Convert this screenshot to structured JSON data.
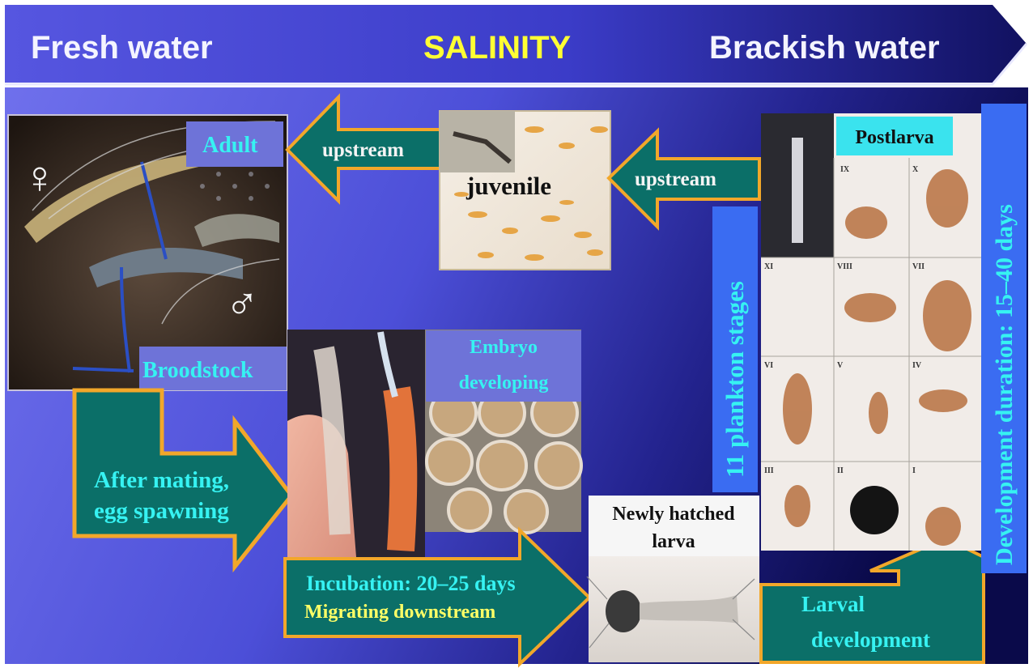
{
  "colors": {
    "background_left": "#6a6ae8",
    "background_right": "#0c0c52",
    "header_fill": "#4b4bd6",
    "arrow_fill": "#0b6f68",
    "arrow_outline": "#f2a72a",
    "label_box": "#6e73d8",
    "label_text": "#36f2f2",
    "accent_yellow": "#ffff33",
    "cyan_panel": "#3ae3ee",
    "blue_panel": "#3a6cf2"
  },
  "header": {
    "left_label": "Fresh water",
    "center_label": "SALINITY",
    "right_label": "Brackish water"
  },
  "adult": {
    "label": "Adult",
    "female_symbol": "♀",
    "male_symbol": "♂",
    "broodstock_label": "Broodstock"
  },
  "arrows": {
    "upstream_left": "upstream",
    "upstream_right": "upstream",
    "mating": [
      "After mating,",
      "egg spawning"
    ],
    "incubation": [
      "Incubation: 20–25 days",
      "Migrating  downstream"
    ],
    "larval": [
      "Larval",
      "development"
    ]
  },
  "juvenile": {
    "label": "juvenile"
  },
  "embryo": {
    "label": [
      "Embryo",
      "developing"
    ]
  },
  "hatched": {
    "label": [
      "Newly hatched",
      "larva"
    ]
  },
  "postlarva": {
    "label": "Postlarva"
  },
  "plankton_stages": {
    "label": "11 plankton stages"
  },
  "duration": {
    "label": "Development duration: 15–40 days"
  },
  "stage_grid": {
    "labels": [
      "",
      "IX",
      "X",
      "XI",
      "VIII",
      "VII",
      "VI",
      "V",
      "IV",
      "III",
      "II",
      "I"
    ]
  }
}
